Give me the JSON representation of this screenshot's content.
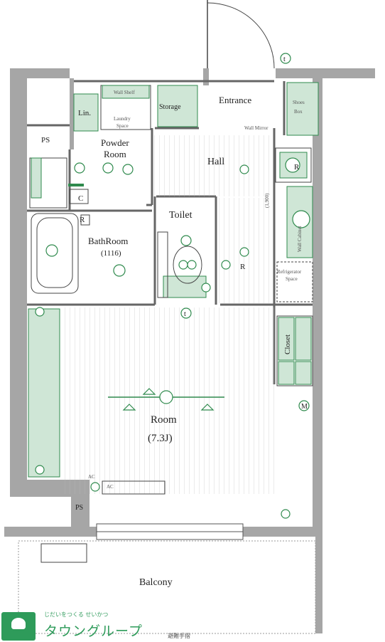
{
  "rooms": {
    "entrance": "Entrance",
    "storage": "Storage",
    "shoes_box_1": "Shoes",
    "shoes_box_2": "Box",
    "lin": "Lin.",
    "laundry_1": "Laundry",
    "laundry_2": "Space",
    "wall_shelf": "Wall Shelf",
    "powder_1": "Powder",
    "powder_2": "Room",
    "ps_upper": "PS",
    "hall": "Hall",
    "wall_mirror": "Wall Mirror",
    "toilet": "Toilet",
    "bath_1": "BathRoom",
    "bath_2": "(1116)",
    "wall_cabinet": "Wall Cabinet",
    "refrigerator_1": "Refrigerator",
    "refrigerator_2": "Space",
    "closet": "Closet",
    "room_1": "Room",
    "room_2": "(7.3J)",
    "ps_lower": "PS",
    "balcony": "Balcony"
  },
  "markers": {
    "r1": "R",
    "r2": "R",
    "r3": "R",
    "c": "C",
    "m": "M",
    "t1": "t",
    "t2": "t",
    "ac1": "AC",
    "ac2": "AC",
    "dim": "(1,900)"
  },
  "branding": {
    "tagline": "じだいをつくる せいかつ",
    "name": "タウングループ",
    "footnote": "避難手摺"
  },
  "colors": {
    "wall": "#a6a6a6",
    "fixture_green": "#2f8a4d",
    "fixture_fill": "#cfe6d6",
    "brand_green": "#2e9b5a"
  }
}
